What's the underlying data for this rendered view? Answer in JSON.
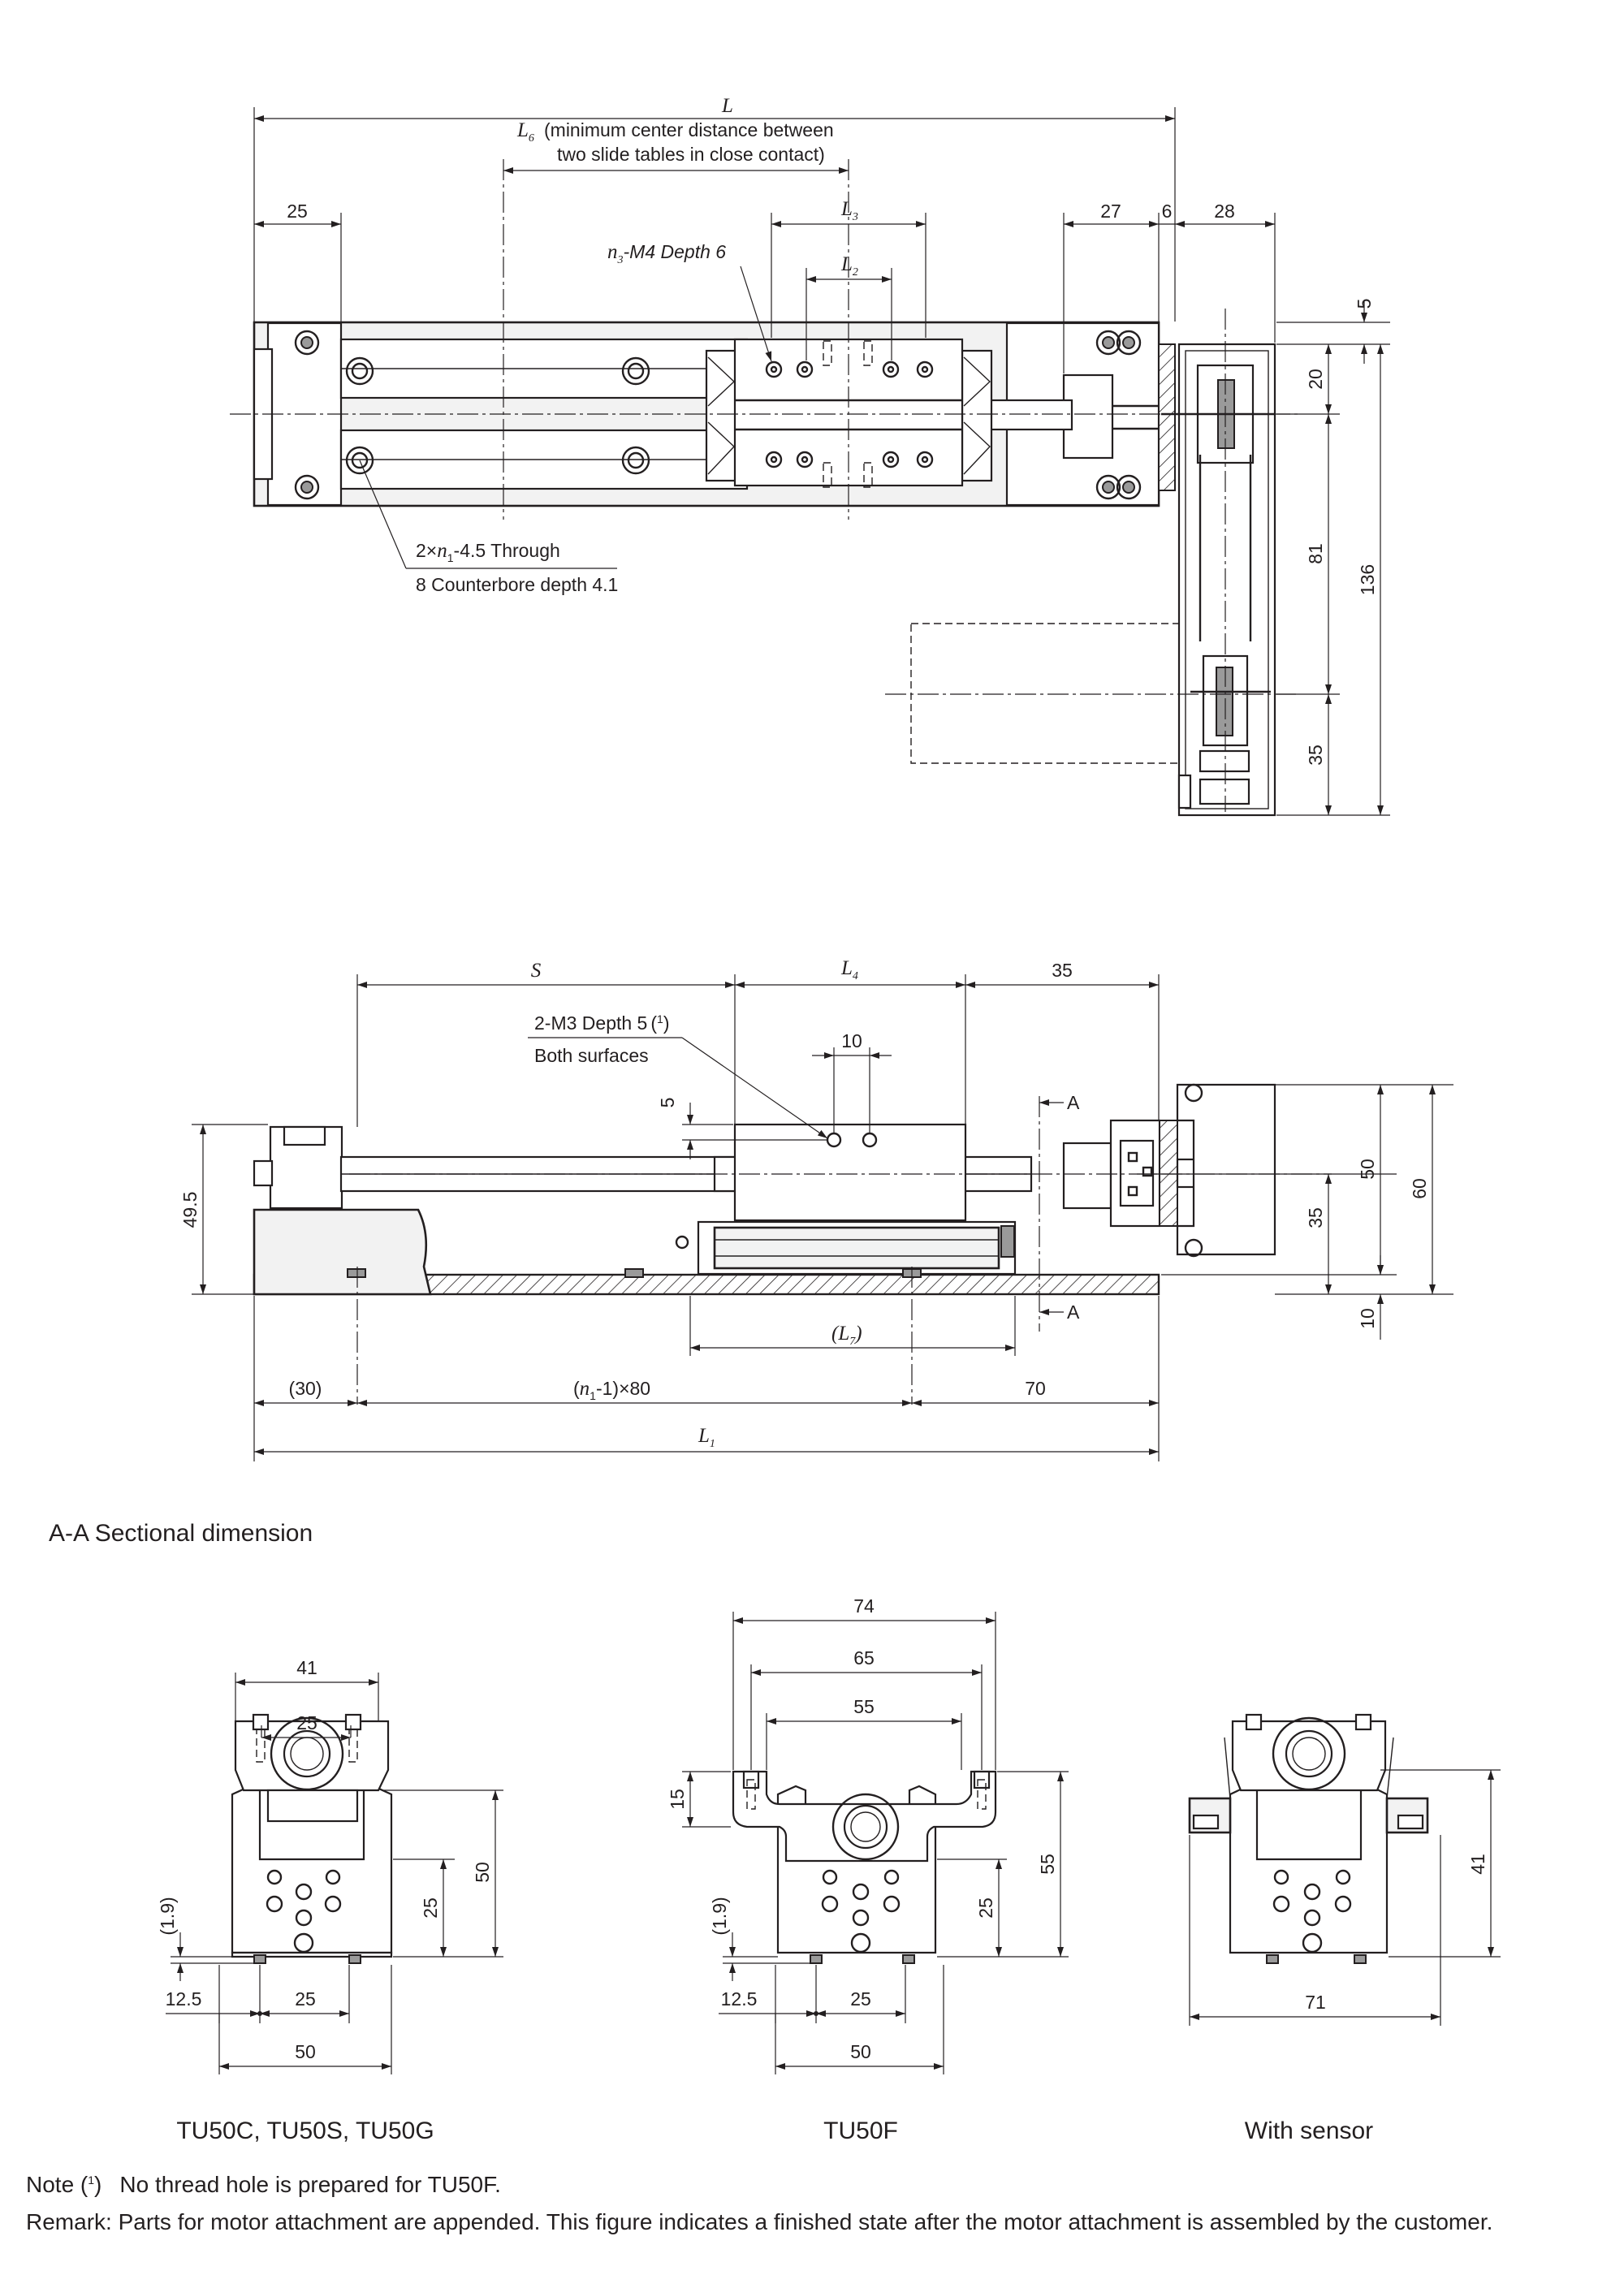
{
  "top_view": {
    "L": "L",
    "L6_label": "L",
    "L6_sub": "6",
    "L6_note1": "(minimum center distance between",
    "L6_note2": "two slide tables in close contact)",
    "d25": "25",
    "L3": "L",
    "L3_sub": "3",
    "L2": "L",
    "L2_sub": "2",
    "d27": "27",
    "d6": "6",
    "d28": "28",
    "d5": "5",
    "d20": "20",
    "d81": "81",
    "d136": "136",
    "d35": "35",
    "tap_n": "n",
    "tap_sub": "3",
    "tap_text": "-M4 Depth 6",
    "hole_pre": "2×",
    "hole_n": "n",
    "hole_sub": "1",
    "hole_text": "-4.5 Through",
    "hole_text2": "8 Counterbore depth 4.1"
  },
  "side_view": {
    "S": "S",
    "L4": "L",
    "L4_sub": "4",
    "d35": "35",
    "tap_text": "2-M3 Depth 5",
    "tap_ref": "(",
    "tap_ref_num": "1",
    "tap_ref_close": ")",
    "tap_text2": "Both surfaces",
    "d10": "10",
    "d5": "5",
    "d49_5": "49.5",
    "sectionA": "A",
    "d50": "50",
    "d60": "60",
    "d35v": "35",
    "d10v": "10",
    "L7_open": "(",
    "L7": "L",
    "L7_sub": "7",
    "L7_close": ")",
    "d30": "(30)",
    "pitch_open": "(",
    "pitch_n": "n",
    "pitch_sub": "1",
    "pitch_text": "-1)×80",
    "d70": "70",
    "L1": "L",
    "L1_sub": "1"
  },
  "section_title": "A-A Sectional dimension",
  "sections": [
    {
      "caption": "TU50C, TU50S, TU50G",
      "dims": {
        "top": "41",
        "inner": "25",
        "height": "50",
        "mid": "25",
        "gap": "(1.9)",
        "offset": "12.5",
        "pitch": "25",
        "width": "50"
      }
    },
    {
      "caption": "TU50F",
      "dims": {
        "top": "74",
        "d65": "65",
        "d55": "55",
        "d15": "15",
        "height": "55",
        "mid": "25",
        "gap": "(1.9)",
        "offset": "12.5",
        "pitch": "25",
        "width": "50"
      }
    },
    {
      "caption": "With sensor",
      "dims": {
        "height": "41",
        "width": "71"
      }
    }
  ],
  "notes": {
    "note_label": "Note (",
    "note_num": "1",
    "note_close": ")",
    "note_text": "No thread hole is prepared for TU50F.",
    "remark": "Remark: Parts for motor attachment are appended. This figure indicates a finished state after the motor attachment is assembled by the customer."
  }
}
